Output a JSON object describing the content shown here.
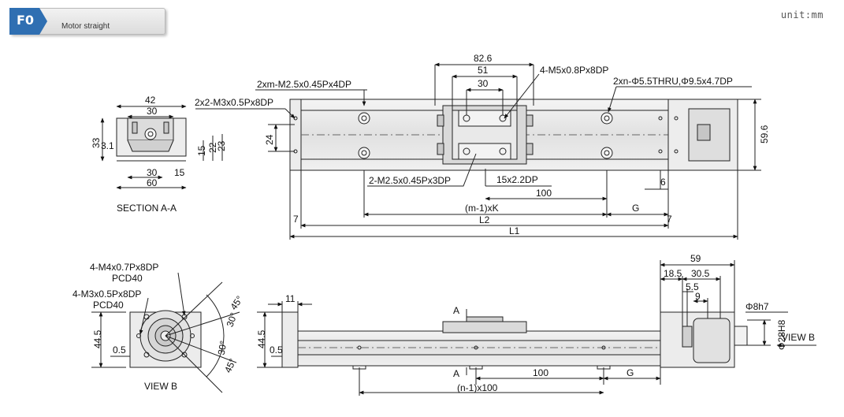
{
  "header": {
    "code": "F0",
    "subtitle": "Motor straight",
    "unit": "unit:mm",
    "accent_color": "#2f6fb2"
  },
  "section_view": {
    "dims": {
      "w42": "42",
      "w30_top": "30",
      "callout_m3": "2x2-M3x0.5Px8DP",
      "h33": "33",
      "off3_1": "3.1",
      "h15": "15",
      "h22": "22",
      "h23": "23",
      "w30_bot": "30",
      "w15": "15",
      "w60": "60"
    },
    "label": "SECTION A-A"
  },
  "top_view": {
    "dims": {
      "d82_6": "82.6",
      "d51": "51",
      "d30": "30",
      "m5_callout": "4-M5x0.8Px8DP",
      "m2_5_callout_top": "2xm-M2.5x0.45Px4DP",
      "thru_callout": "2xn-Φ5.5THRU,Φ9.5x4.7DP",
      "h24": "24",
      "h59_6": "59.6",
      "m2_5_callout_bot": "2-M2.5x0.45Px3DP",
      "dp15": "15x2.2DP",
      "d100": "100",
      "d6": "6",
      "pitch": "(m-1)xK",
      "g": "G",
      "d7_left": "7",
      "d7_right": "7",
      "l2": "L2",
      "l1": "L1"
    }
  },
  "view_b": {
    "dims": {
      "m4_callout": "4-M4x0.7Px8DP",
      "pcd_a": "PCD40",
      "m3_callout": "4-M3x0.5Px8DP",
      "pcd_b": "PCD40",
      "h44_5": "44.5",
      "off0_5": "0.5",
      "ang45_a": "45°",
      "ang30_a": "30°",
      "ang30_b": "30°",
      "ang45_b": "45°"
    },
    "label": "VIEW B"
  },
  "side_view": {
    "dims": {
      "d11": "11",
      "h44_5": "44.5",
      "off0_5": "0.5",
      "a_top": "A",
      "a_bot": "A",
      "d100": "100",
      "g": "G",
      "pitch": "(n-1)x100",
      "d59": "59",
      "d18_5": "18.5",
      "d30_5": "30.5",
      "d5_5": "5.5",
      "d9": "9",
      "phi8": "Φ8h7",
      "phi28": "Φ28H8"
    },
    "view_label": "VIEW B"
  }
}
